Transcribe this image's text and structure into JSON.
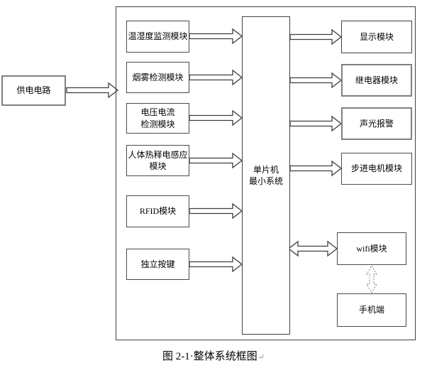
{
  "colors": {
    "line": "#3f3f3f",
    "dashed_line": "#8f8f8f",
    "box_border": "#4a4a4a",
    "background": "#ffffff"
  },
  "diagram": {
    "power": {
      "label": "供电电路"
    },
    "inputs": [
      {
        "label": "温湿度监测模块"
      },
      {
        "label": "烟雾检测模块"
      },
      {
        "label": "电压电流\n检测模块"
      },
      {
        "label": "人体热释电感应\n模块"
      },
      {
        "label": "RFID模块"
      },
      {
        "label": "独立按键"
      }
    ],
    "mcu": {
      "label": "单片机\n最小系统"
    },
    "outputs": [
      {
        "label": "显示模块"
      },
      {
        "label": "继电器模块"
      },
      {
        "label": "声光报警"
      },
      {
        "label": "步进电机模块"
      }
    ],
    "wifi": {
      "label": "wifi模块"
    },
    "phone": {
      "label": "手机端"
    },
    "connections": [
      {
        "from": "供电电路",
        "to": "整体系统",
        "direction": "one-way",
        "style": "solid"
      },
      {
        "from": "温湿度监测模块",
        "to": "单片机最小系统",
        "direction": "one-way",
        "style": "solid"
      },
      {
        "from": "烟雾检测模块",
        "to": "单片机最小系统",
        "direction": "one-way",
        "style": "solid"
      },
      {
        "from": "电压电流检测模块",
        "to": "单片机最小系统",
        "direction": "one-way",
        "style": "solid"
      },
      {
        "from": "人体热释电感应模块",
        "to": "单片机最小系统",
        "direction": "one-way",
        "style": "solid"
      },
      {
        "from": "RFID模块",
        "to": "单片机最小系统",
        "direction": "one-way",
        "style": "solid"
      },
      {
        "from": "独立按键",
        "to": "单片机最小系统",
        "direction": "one-way",
        "style": "solid"
      },
      {
        "from": "单片机最小系统",
        "to": "显示模块",
        "direction": "one-way",
        "style": "solid"
      },
      {
        "from": "单片机最小系统",
        "to": "继电器模块",
        "direction": "one-way",
        "style": "solid"
      },
      {
        "from": "单片机最小系统",
        "to": "声光报警",
        "direction": "one-way",
        "style": "solid"
      },
      {
        "from": "单片机最小系统",
        "to": "步进电机模块",
        "direction": "one-way",
        "style": "solid"
      },
      {
        "from": "单片机最小系统",
        "to": "wifi模块",
        "direction": "two-way",
        "style": "solid"
      },
      {
        "from": "wifi模块",
        "to": "手机端",
        "direction": "two-way",
        "style": "dashed"
      }
    ],
    "caption": {
      "text": "图 2-1·整体系统框图",
      "paragraph_mark": "↵"
    }
  }
}
